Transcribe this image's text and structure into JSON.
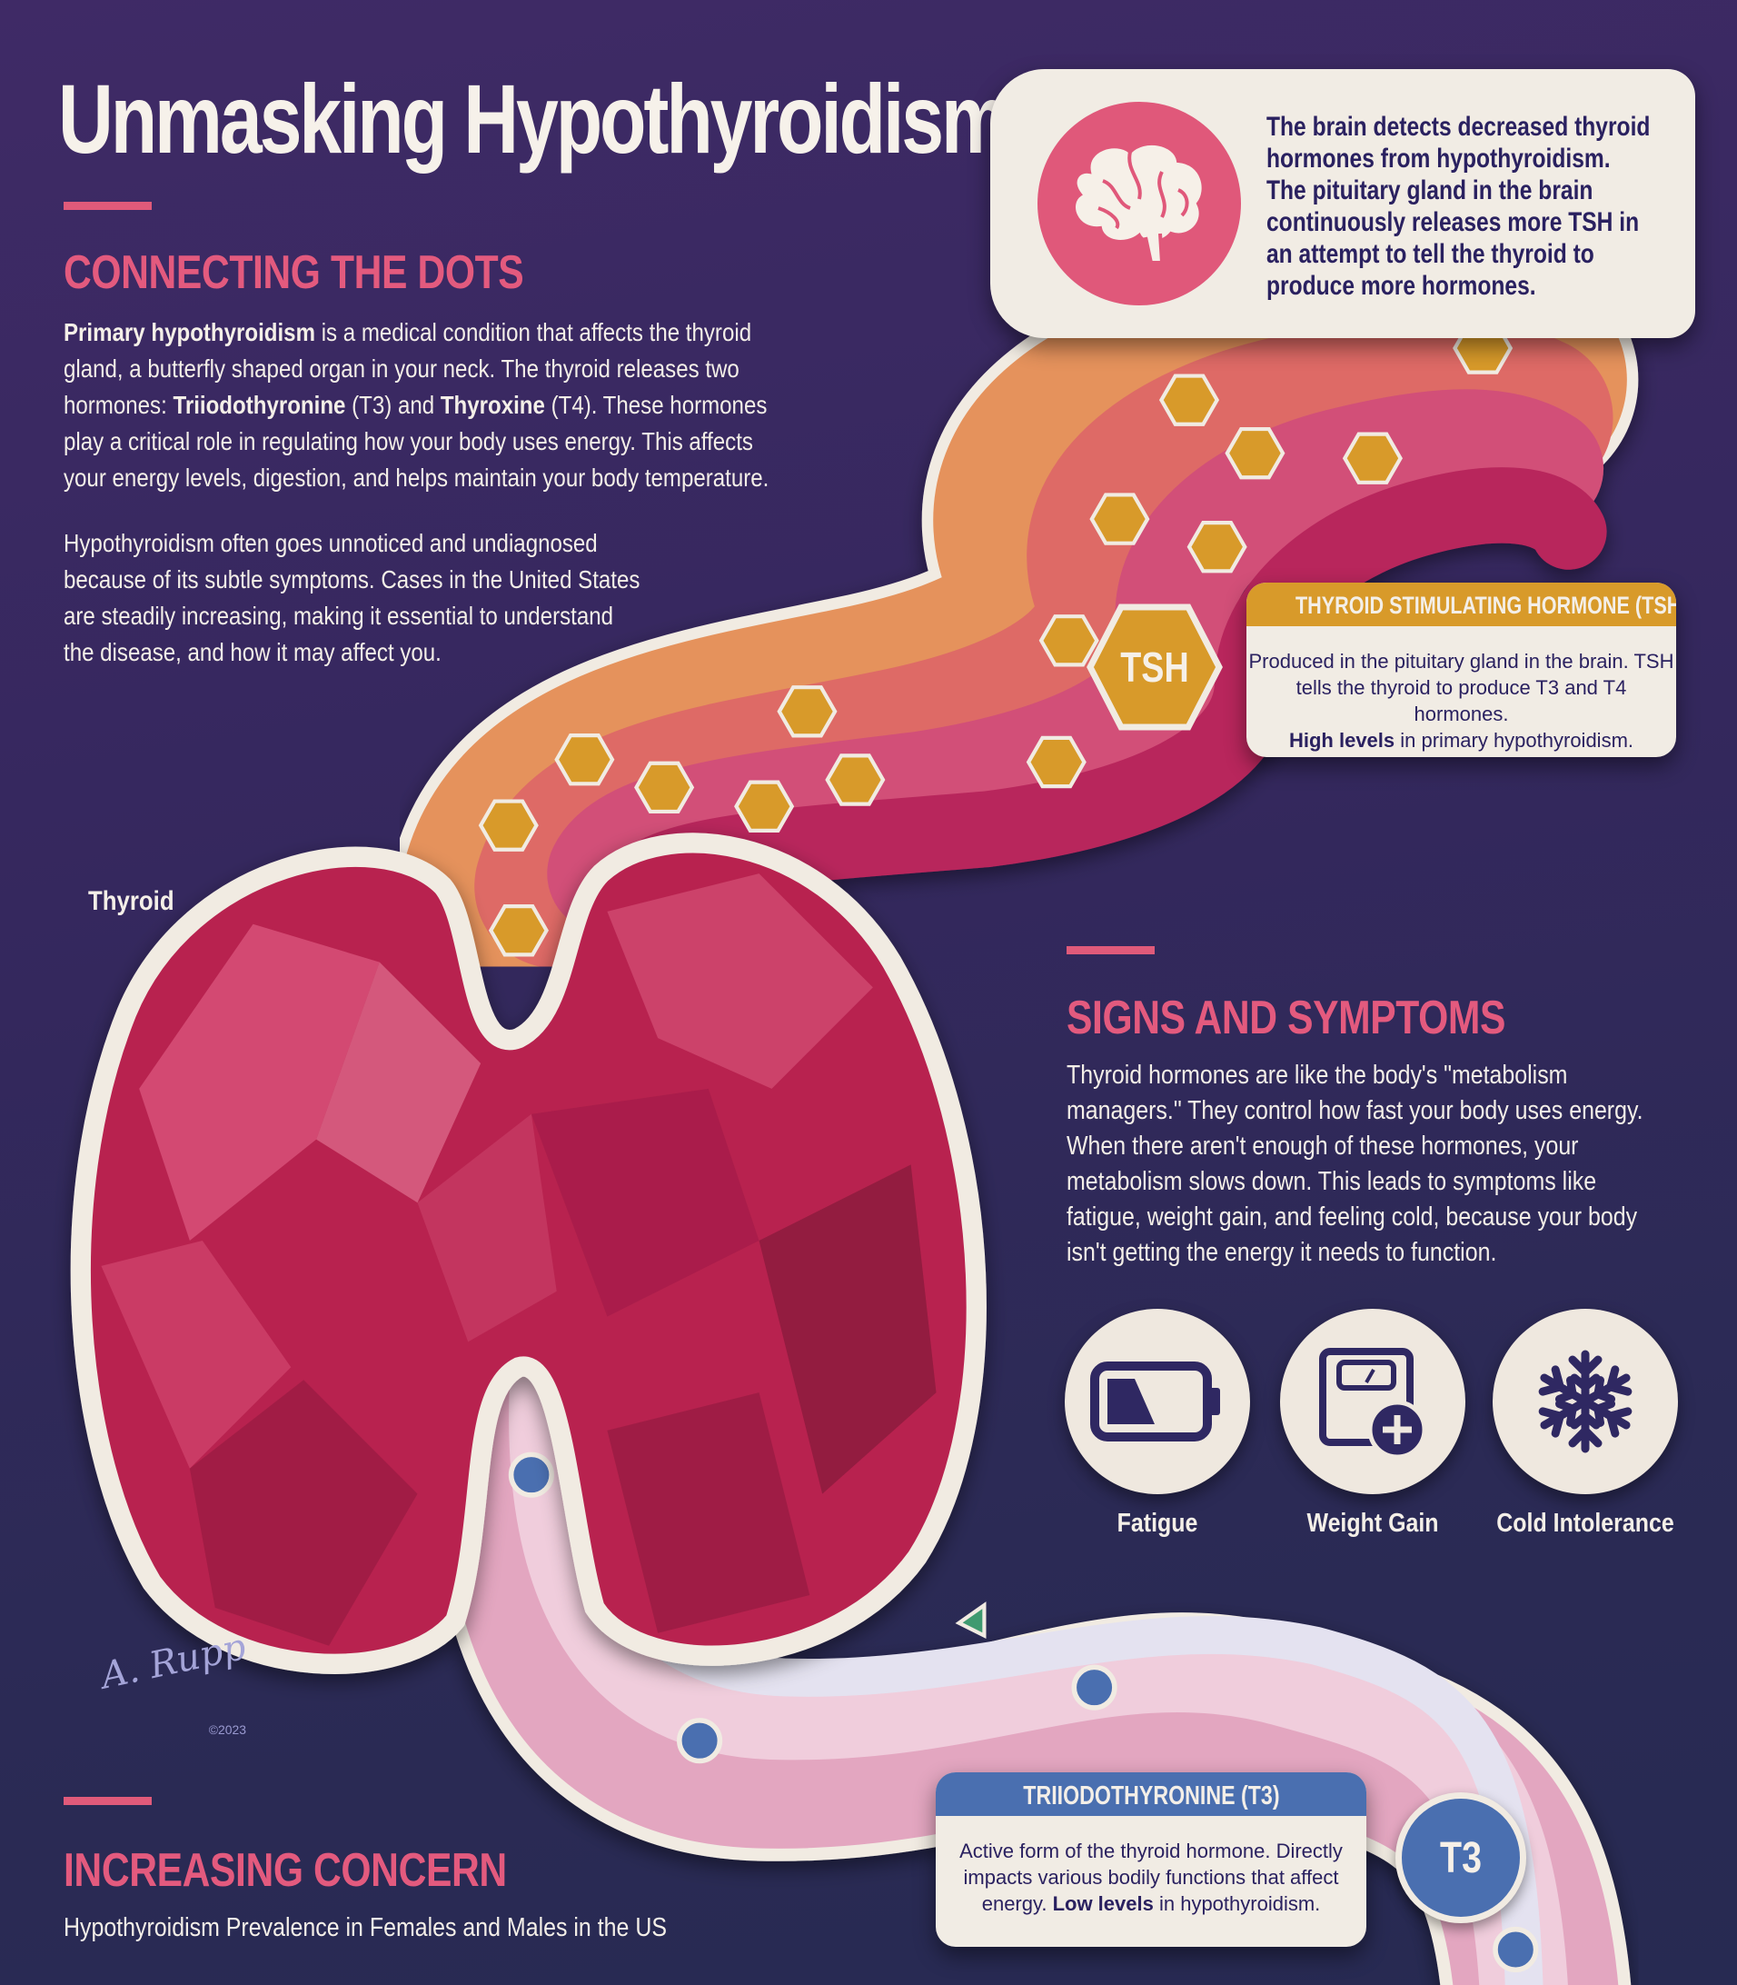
{
  "title": "Unmasking Hypothyroidism",
  "colors": {
    "accent_pink": "#e35a7e",
    "tsh_gold": "#d89a2a",
    "t3_blue": "#4a6fb0",
    "thyroid": "#b8234f",
    "navy_text": "#2a2160"
  },
  "connecting": {
    "heading": "CONNECTING THE DOTS",
    "para1_lines": [
      [
        {
          "t": "Primary hypothyroidism",
          "b": true
        },
        {
          "t": " is a medical condition that affects the thyroid",
          "b": false
        }
      ],
      [
        {
          "t": "gland, a butterfly shaped organ in your neck. The thyroid releases two",
          "b": false
        }
      ],
      [
        {
          "t": "hormones: ",
          "b": false
        },
        {
          "t": "Triiodothyronine",
          "b": true
        },
        {
          "t": " (T3) and ",
          "b": false
        },
        {
          "t": "Thyroxine",
          "b": true
        },
        {
          "t": " (T4). These hormones",
          "b": false
        }
      ],
      [
        {
          "t": "play a critical role in regulating how your body uses energy. This affects",
          "b": false
        }
      ],
      [
        {
          "t": "your energy levels, digestion, and helps maintain your body temperature.",
          "b": false
        }
      ]
    ],
    "para2_lines": [
      [
        {
          "t": "Hypothyroidism often goes unnoticed and undiagnosed",
          "b": false
        }
      ],
      [
        {
          "t": "because of its subtle symptoms. Cases in the United States",
          "b": false
        }
      ],
      [
        {
          "t": "are steadily increasing, making it essential to understand",
          "b": false
        }
      ],
      [
        {
          "t": "the disease, and how it may affect you.",
          "b": false
        }
      ]
    ]
  },
  "brain_card": {
    "icon": "brain-icon",
    "lines": [
      [
        {
          "t": "The brain detects decreased thyroid",
          "b": false
        }
      ],
      [
        {
          "t": "hormones from hypothyroidism.",
          "b": false
        }
      ],
      [
        {
          "t": "The pituitary gland in the brain",
          "b": false
        }
      ],
      [
        {
          "t": "continuously releases more TSH in",
          "b": false
        }
      ],
      [
        {
          "t": "an attempt to tell the thyroid to",
          "b": false
        }
      ],
      [
        {
          "t": "produce more hormones.",
          "b": false
        }
      ]
    ]
  },
  "tsh": {
    "badge": "TSH",
    "heading": "THYROID STIMULATING HORMONE (TSH)",
    "lines": [
      [
        {
          "t": "Produced in the pituitary gland in the brain. TSH",
          "b": false
        }
      ],
      [
        {
          "t": "tells the thyroid to produce T3 and T4 hormones.",
          "b": false
        }
      ],
      [
        {
          "t": "High levels",
          "b": true
        },
        {
          "t": " in primary hypothyroidism.",
          "b": false
        }
      ]
    ]
  },
  "thyroid_label": "Thyroid",
  "signs": {
    "heading": "SIGNS AND SYMPTOMS",
    "lines": [
      [
        {
          "t": "Thyroid hormones are like the body's \"metabolism",
          "b": false
        }
      ],
      [
        {
          "t": "managers.\" They control how fast your body uses energy.",
          "b": false
        }
      ],
      [
        {
          "t": "When there aren't enough of these hormones, your",
          "b": false
        }
      ],
      [
        {
          "t": "metabolism slows down. This leads to symptoms like",
          "b": false
        }
      ],
      [
        {
          "t": "fatigue, weight gain, and feeling cold, because your body",
          "b": false
        }
      ],
      [
        {
          "t": "isn't getting the energy it needs to function.",
          "b": false
        }
      ]
    ],
    "symptoms": [
      {
        "label": "Fatigue",
        "icon": "low-battery-icon"
      },
      {
        "label": "Weight Gain",
        "icon": "scale-plus-icon"
      },
      {
        "label": "Cold Intolerance",
        "icon": "snowflake-icon"
      }
    ]
  },
  "t3": {
    "badge": "T3",
    "heading": "TRIIODOTHYRONINE (T3)",
    "lines": [
      [
        {
          "t": "Active form of the thyroid hormone. Directly",
          "b": false
        }
      ],
      [
        {
          "t": "impacts various bodily functions that affect",
          "b": false
        }
      ],
      [
        {
          "t": "energy. ",
          "b": false
        },
        {
          "t": "Low levels",
          "b": true
        },
        {
          "t": " in hypothyroidism.",
          "b": false
        }
      ]
    ]
  },
  "concern": {
    "heading": "INCREASING CONCERN",
    "subtitle": "Hypothyroidism Prevalence in Females and Males in the US"
  },
  "signature": {
    "text": "A. Rupp",
    "year": "©2023"
  }
}
